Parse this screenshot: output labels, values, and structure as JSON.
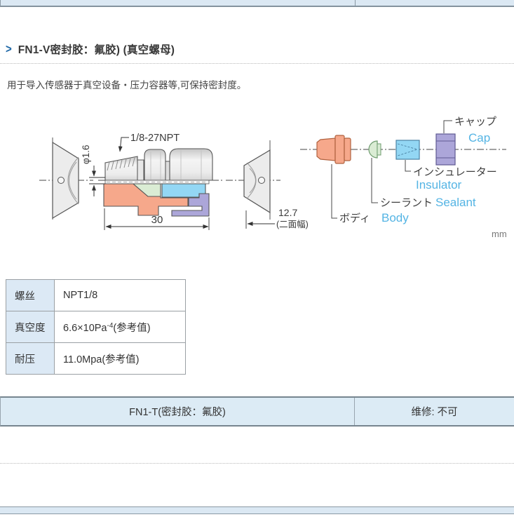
{
  "section": {
    "marker": ">",
    "title": "FN1-V密封胶：氟胶) (真空螺母)",
    "description": "用于导入传感器于真空设备・压力容器等,可保持密封度。"
  },
  "diagram": {
    "dim_thread": "1/8-27NPT",
    "dim_diameter": "φ1.6",
    "dim_length": "30",
    "dim_flats": "12.7",
    "dim_flats_note": "(二面幅)",
    "unit": "mm",
    "labels": {
      "cap_jp": "キャップ",
      "cap_en": "Cap",
      "insulator_jp": "インシュレーター",
      "insulator_en": "Insulator",
      "sealant_jp": "シーラント",
      "sealant_en": "Sealant",
      "body_jp": "ボディ",
      "body_en": "Body"
    },
    "colors": {
      "body": "#f6a88b",
      "sealant": "#daecd4",
      "insulator": "#93d7f4",
      "cap": "#aca6d9",
      "label_en_blue": "#54b4e4",
      "table_header_blue": "#dce9f5",
      "bar_blue": "#dbe8f3"
    }
  },
  "spec_table": {
    "rows": [
      {
        "label": "螺丝",
        "value": "NPT1/8"
      },
      {
        "label": "真空度",
        "value_pre": "6.6×10Pa",
        "value_sup": "-4",
        "value_post": "(参考值)"
      },
      {
        "label": "耐压",
        "value": "11.0Mpa(参考值)"
      }
    ]
  },
  "model_row": {
    "model": "FN1-T(密封胶：氟胶)",
    "maintenance": "维修: 不可"
  }
}
